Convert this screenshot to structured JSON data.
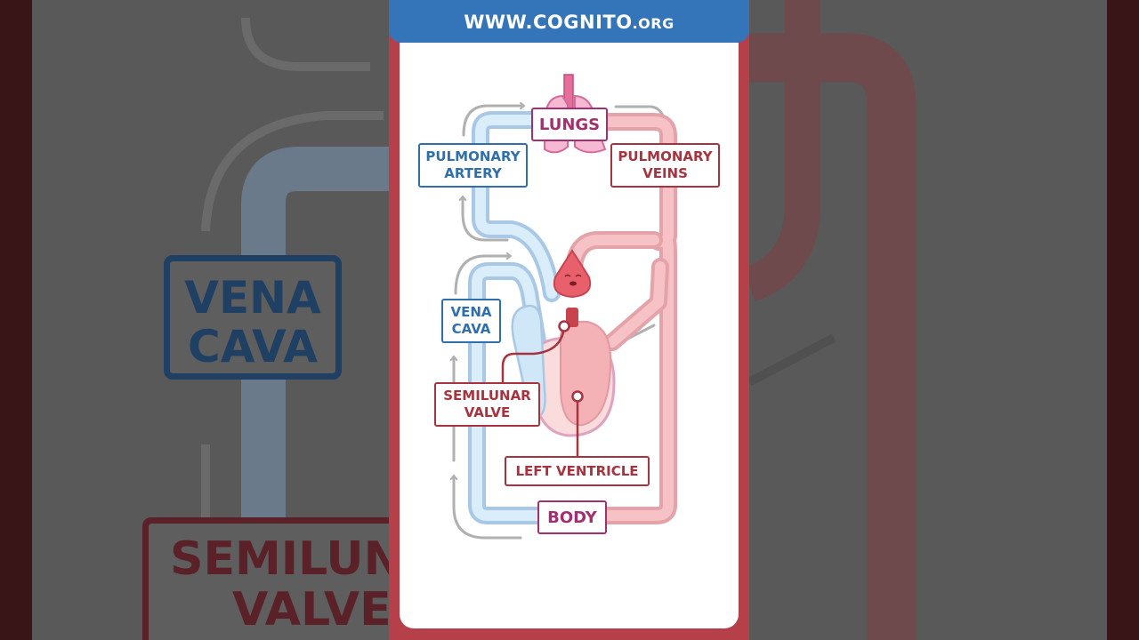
{
  "header": {
    "site": "WWW.COGNITO",
    "tld": ".ORG"
  },
  "labels": {
    "lungs": "LUNGS",
    "pulmonary_artery": [
      "PULMONARY",
      "ARTERY"
    ],
    "pulmonary_veins": [
      "PULMONARY",
      "VEINS"
    ],
    "vena_cava": [
      "VENA",
      "CAVA"
    ],
    "semilunar_valve": [
      "SEMILUNAR",
      "VALVE"
    ],
    "left_ventricle": "LEFT VENTRICLE",
    "body": "BODY"
  },
  "background": {
    "vena_cava": [
      "VENA",
      "CAVA"
    ],
    "semilunar_valve": [
      "SEMILUN",
      "VALVE"
    ]
  },
  "colors": {
    "header_blue": "#3474b8",
    "frame_red": "#b5404a",
    "deoxygenated": "#2f6fae",
    "oxygenated": "#a8323e",
    "organ": "#a3306e"
  }
}
